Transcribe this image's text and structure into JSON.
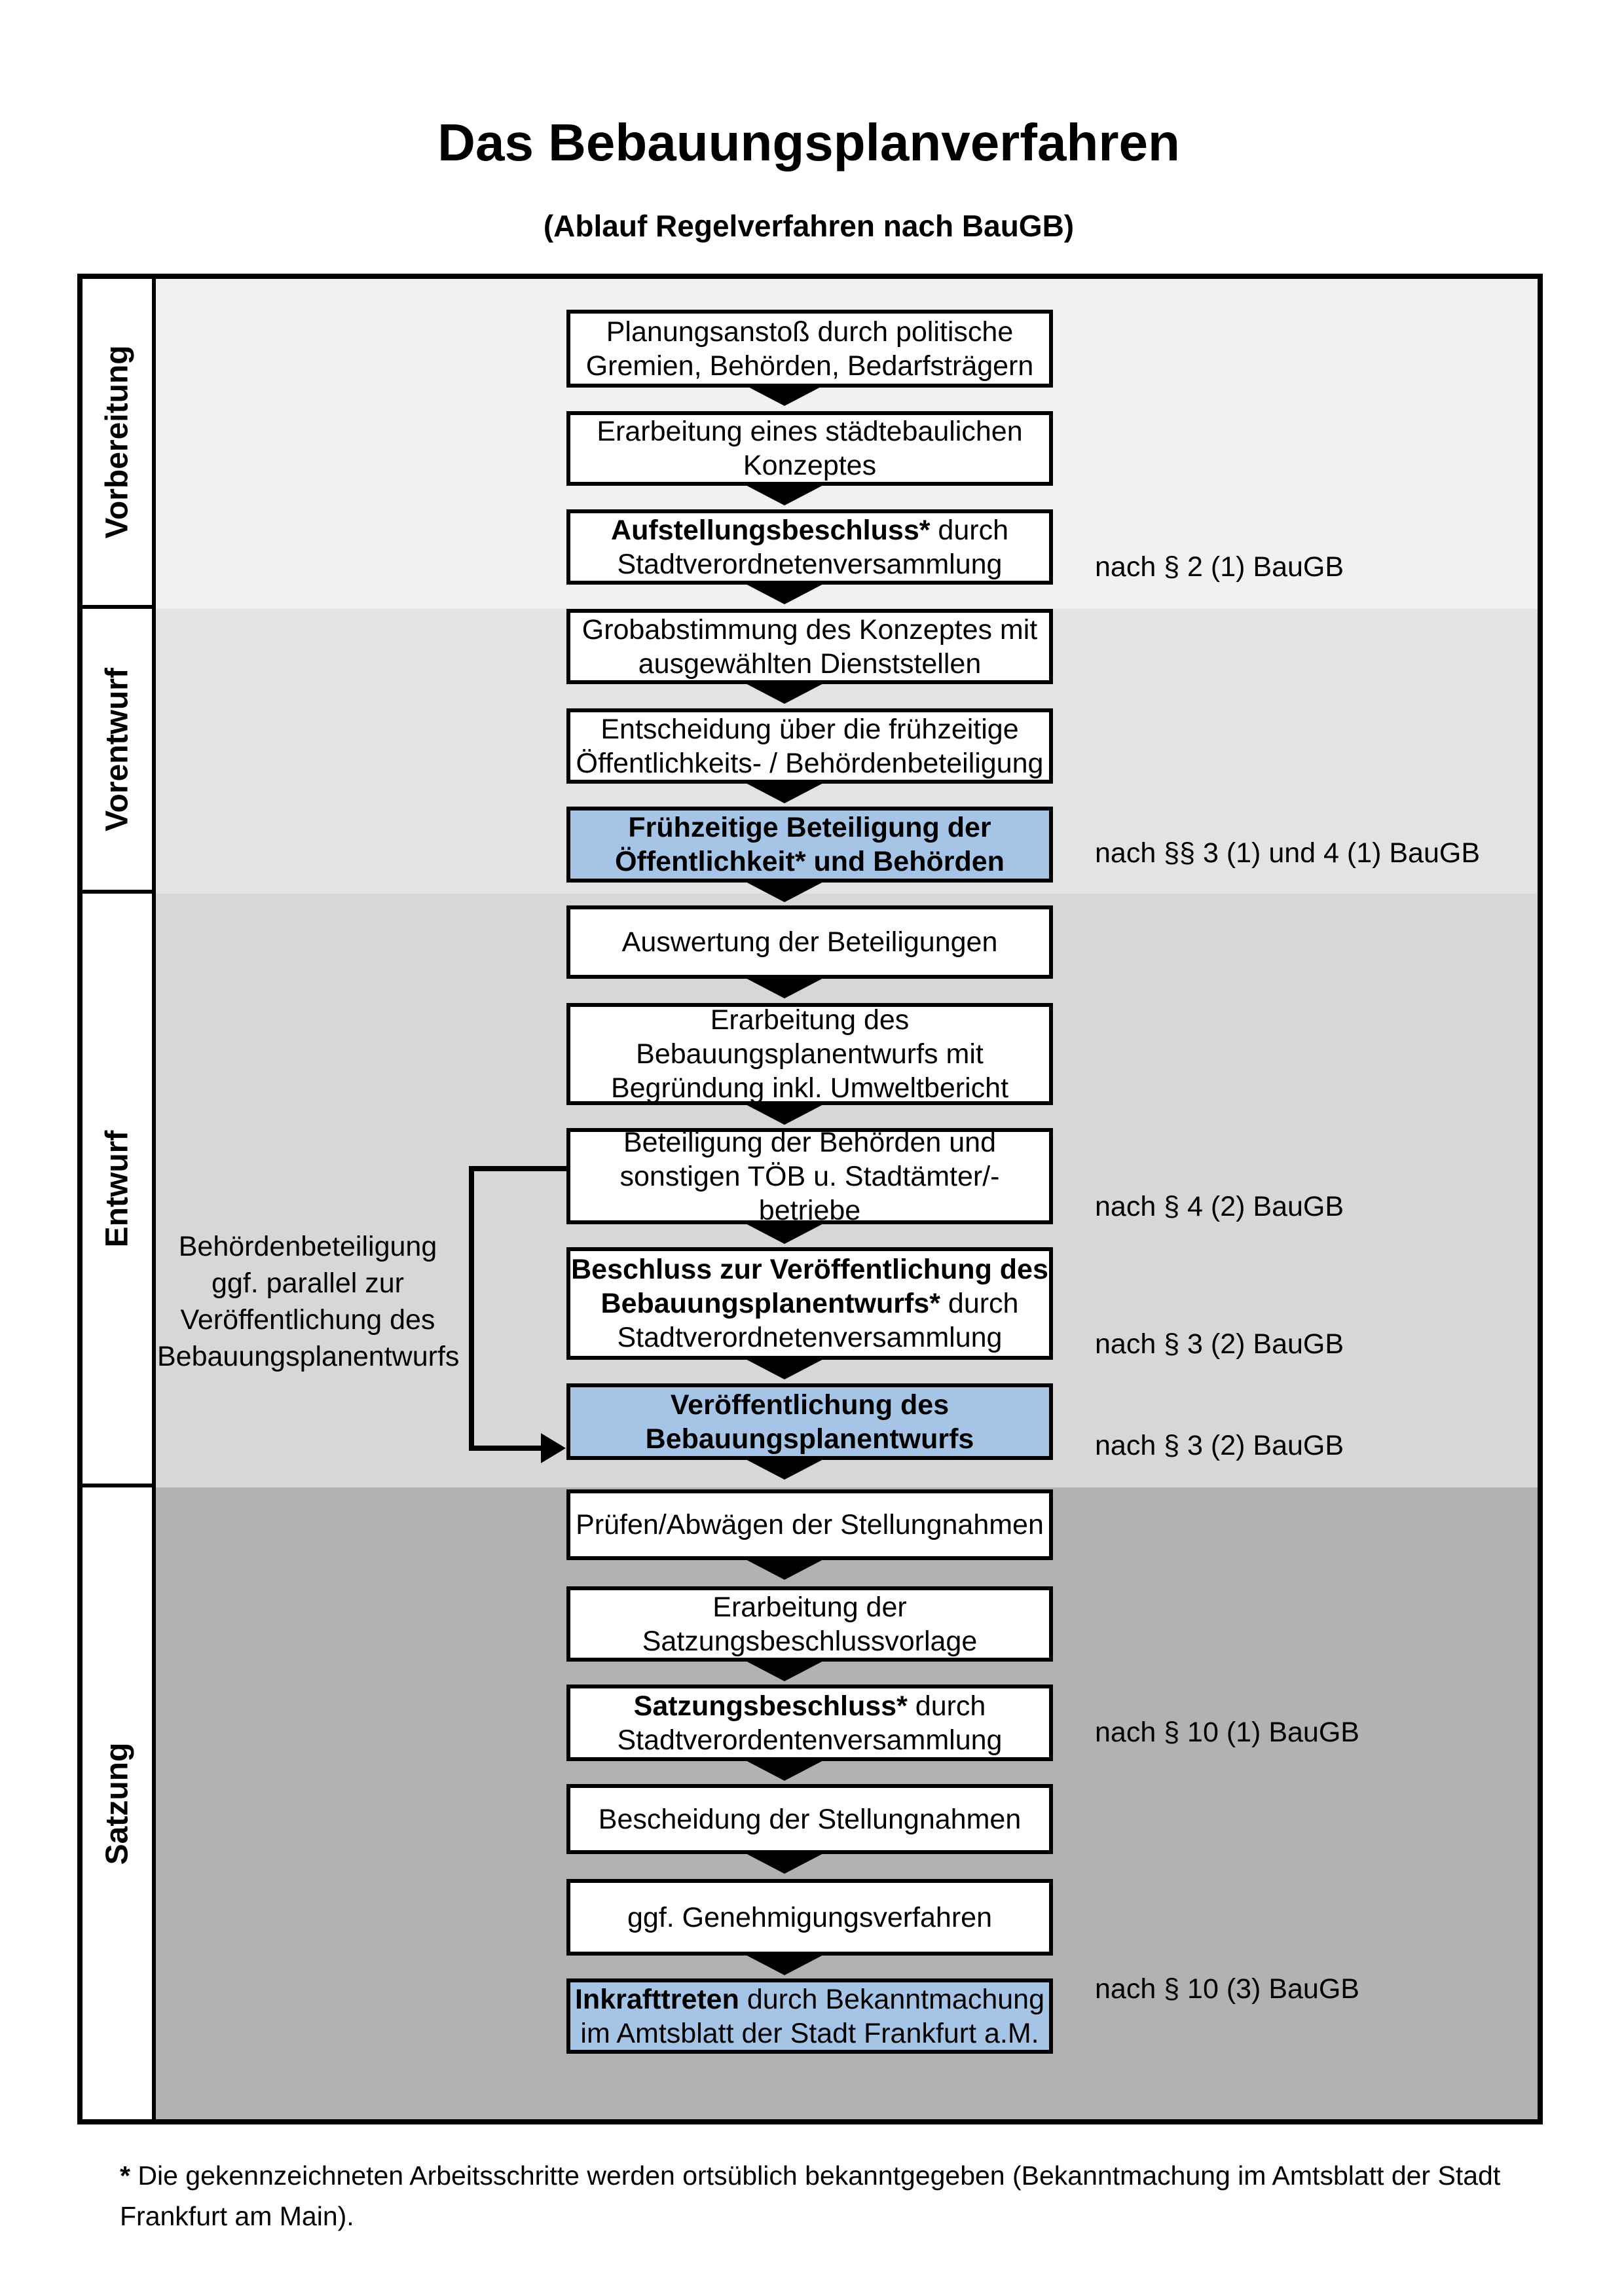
{
  "title": "Das Bebauungsplanverfahren",
  "subtitle": "(Ablauf Regelverfahren nach BauGB)",
  "colors": {
    "highlight_blue": "#a6c4e6",
    "phase_vorbereitung_bg": "#f1f1f1",
    "phase_vorentwurf_bg": "#e3e3e3",
    "phase_entwurf_bg": "#d7d7d7",
    "phase_satzung_bg": "#b2b2b2",
    "line_color": "#000000"
  },
  "phases": [
    {
      "label": "Vorbereitung"
    },
    {
      "label": "Vorentwurf"
    },
    {
      "label": "Entwurf"
    },
    {
      "label": "Satzung"
    }
  ],
  "steps": [
    {
      "lines": [
        {
          "r": "Planungsanstoß durch politische"
        },
        {
          "r": "Gremien, Behörden, Bedarfsträgern"
        }
      ]
    },
    {
      "lines": [
        {
          "r": "Erarbeitung eines städtebaulichen"
        },
        {
          "r": "Konzeptes"
        }
      ]
    },
    {
      "lines": [
        {
          "b": "Aufstellungsbeschluss*",
          "r": " durch"
        },
        {
          "r": "Stadtverordnetenversammlung"
        }
      ]
    },
    {
      "lines": [
        {
          "r": "Grobabstimmung des Konzeptes mit"
        },
        {
          "r": "ausgewählten Dienststellen"
        }
      ]
    },
    {
      "lines": [
        {
          "r": "Entscheidung über die frühzeitige"
        },
        {
          "r": "Öffentlichkeits- / Behördenbeteiligung"
        }
      ]
    },
    {
      "lines": [
        {
          "b": "Frühzeitige Beteiligung der"
        },
        {
          "b": "Öffentlichkeit* und Behörden"
        }
      ]
    },
    {
      "lines": [
        {
          "r": "Auswertung der Beteiligungen"
        }
      ]
    },
    {
      "lines": [
        {
          "r": "Erarbeitung des"
        },
        {
          "r": "Bebauungsplanentwurfs mit"
        },
        {
          "r": "Begründung inkl. Umweltbericht"
        }
      ]
    },
    {
      "lines": [
        {
          "r": "Beteiligung der Behörden und"
        },
        {
          "r": "sonstigen TÖB u. Stadtämter/-betriebe"
        }
      ]
    },
    {
      "lines": [
        {
          "b": "Beschluss zur Veröffentlichung des"
        },
        {
          "b": "Bebauungsplanentwurfs*",
          "r": " durch"
        },
        {
          "r": "Stadtverordnetenversammlung"
        }
      ]
    },
    {
      "lines": [
        {
          "b": "Veröffentlichung des"
        },
        {
          "b": "Bebauungsplanentwurfs"
        }
      ]
    },
    {
      "lines": [
        {
          "r": "Prüfen/Abwägen der Stellungnahmen"
        }
      ]
    },
    {
      "lines": [
        {
          "r": "Erarbeitung der"
        },
        {
          "r": "Satzungsbeschlussvorlage"
        }
      ]
    },
    {
      "lines": [
        {
          "b": "Satzungsbeschluss*",
          "r": " durch"
        },
        {
          "r": "Stadtverordentenversammlung"
        }
      ]
    },
    {
      "lines": [
        {
          "r": "Bescheidung der Stellungnahmen"
        }
      ]
    },
    {
      "lines": [
        {
          "r": "ggf. Genehmigungsverfahren"
        }
      ]
    },
    {
      "lines": [
        {
          "b": "Inkrafttreten",
          "r": " durch Bekanntmachung"
        },
        {
          "r": "im Amtsblatt der Stadt Frankfurt a.M."
        }
      ]
    }
  ],
  "refs": [
    "nach § 2 (1) BauGB",
    "nach §§ 3 (1) und 4 (1) BauGB",
    "nach § 4 (2) BauGB",
    "nach § 3 (2) BauGB",
    "nach § 3 (2) BauGB",
    "nach § 10 (1) BauGB",
    "nach § 10 (3) BauGB"
  ],
  "side_note": {
    "lines": [
      "Behördenbeteiligung",
      "ggf. parallel zur",
      "Veröffentlichung des",
      "Bebauungsplanentwurfs"
    ]
  },
  "footnote": {
    "star": "*",
    "line1": " Die gekennzeichneten Arbeitsschritte werden ortsüblich bekanntgegeben (Bekanntmachung im Amtsblatt  der Stadt",
    "line2": "Frankfurt am Main)."
  }
}
